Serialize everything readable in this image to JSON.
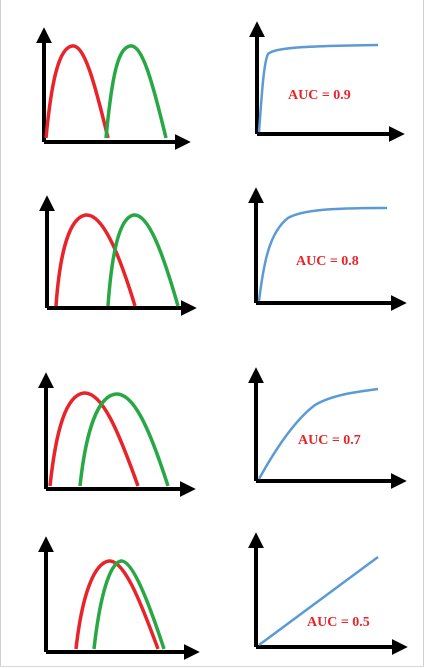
{
  "colors": {
    "axis": "#000000",
    "negative_curve": "#e8242a",
    "positive_curve": "#27a844",
    "roc_curve": "#5b9bd5",
    "auc_label": "#e8242a"
  },
  "rows": [
    {
      "auc_label": "AUC = 0.9"
    },
    {
      "auc_label": "AUC = 0.8"
    },
    {
      "auc_label": "AUC = 0.7"
    },
    {
      "auc_label": "AUC = 0.5"
    }
  ]
}
